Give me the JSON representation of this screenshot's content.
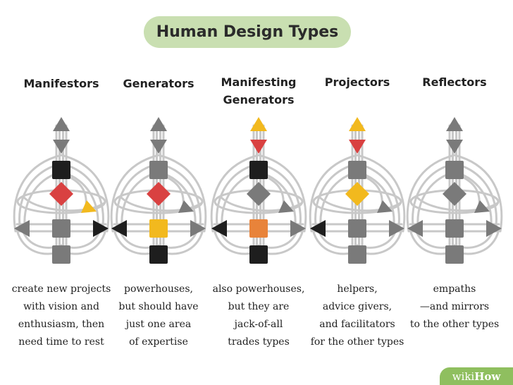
{
  "title": "Human Design Types",
  "types": [
    {
      "key": "manifestors",
      "title_lines": [
        "Manifestors"
      ],
      "desc_lines": [
        "create new projects",
        "with vision and",
        "enthusiasm, then",
        "need time to rest"
      ],
      "colors": {
        "top": "#7a7a7a",
        "mid": "#7a7a7a",
        "throat": "#1e1e1e",
        "g": "#d94141",
        "ego": "#f2b91e",
        "sacral": "#7a7a7a",
        "root": "#7a7a7a",
        "left": "#7a7a7a",
        "right": "#1e1e1e"
      }
    },
    {
      "key": "generators",
      "title_lines": [
        "Generators"
      ],
      "desc_lines": [
        "powerhouses,",
        "but should have",
        "just one area",
        "of expertise"
      ],
      "colors": {
        "top": "#7a7a7a",
        "mid": "#7a7a7a",
        "throat": "#7a7a7a",
        "g": "#d94141",
        "ego": "#7a7a7a",
        "sacral": "#f2b91e",
        "root": "#1e1e1e",
        "left": "#1e1e1e",
        "right": "#7a7a7a"
      }
    },
    {
      "key": "manifesting-generators",
      "title_lines": [
        "Manifesting",
        "Generators"
      ],
      "desc_lines": [
        "also powerhouses,",
        "but they are",
        "jack-of-all",
        "trades types"
      ],
      "colors": {
        "top": "#f2b91e",
        "mid": "#d94141",
        "throat": "#1e1e1e",
        "g": "#7a7a7a",
        "ego": "#7a7a7a",
        "sacral": "#e8833a",
        "root": "#1e1e1e",
        "left": "#1e1e1e",
        "right": "#7a7a7a"
      }
    },
    {
      "key": "projectors",
      "title_lines": [
        "Projectors"
      ],
      "desc_lines": [
        "helpers,",
        "advice givers,",
        "and facilitators",
        "for the other types"
      ],
      "colors": {
        "top": "#f2b91e",
        "mid": "#d94141",
        "throat": "#7a7a7a",
        "g": "#f2b91e",
        "ego": "#7a7a7a",
        "sacral": "#7a7a7a",
        "root": "#7a7a7a",
        "left": "#1e1e1e",
        "right": "#7a7a7a"
      }
    },
    {
      "key": "reflectors",
      "title_lines": [
        "Reflectors"
      ],
      "desc_lines": [
        "empaths",
        "—and mirrors",
        "to the other types"
      ],
      "colors": {
        "top": "#7a7a7a",
        "mid": "#7a7a7a",
        "throat": "#7a7a7a",
        "g": "#7a7a7a",
        "ego": "#7a7a7a",
        "sacral": "#7a7a7a",
        "root": "#7a7a7a",
        "left": "#7a7a7a",
        "right": "#7a7a7a"
      }
    }
  ],
  "watermark": {
    "part1": "wiki",
    "part2": "How"
  }
}
